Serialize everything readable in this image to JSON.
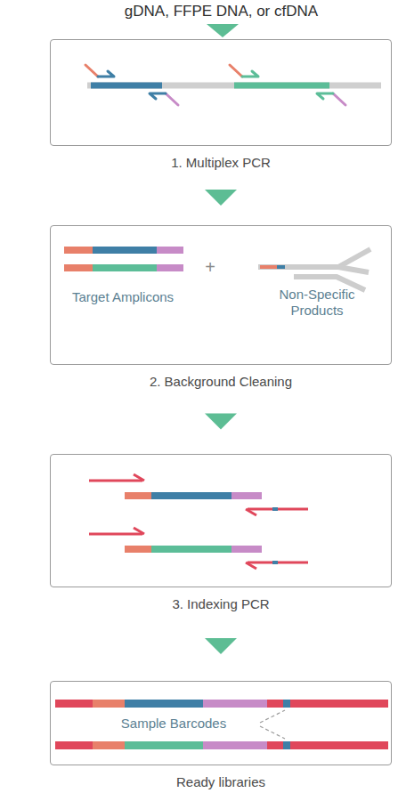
{
  "diagram": {
    "title": "gDNA, FFPE DNA, or cfDNA",
    "nodes": [
      {
        "text": [
          "1. Multiplex PCR"
        ]
      },
      {
        "text": [
          "2. Background Cleaning"
        ]
      },
      {
        "text": [
          "3. Indexing PCR"
        ]
      },
      {
        "text": [
          "Ready libraries"
        ]
      }
    ],
    "edges": [
      {
        "from": 0,
        "to": 1,
        "arrow": "to"
      },
      {
        "from": 1,
        "to": 2,
        "arrow": "to"
      },
      {
        "from": 2,
        "to": 3,
        "arrow": "to"
      }
    ],
    "labels": [
      "Target Amplicons",
      "+",
      "Non-Specific Products",
      "Sample Barcodes"
    ]
  }
}
